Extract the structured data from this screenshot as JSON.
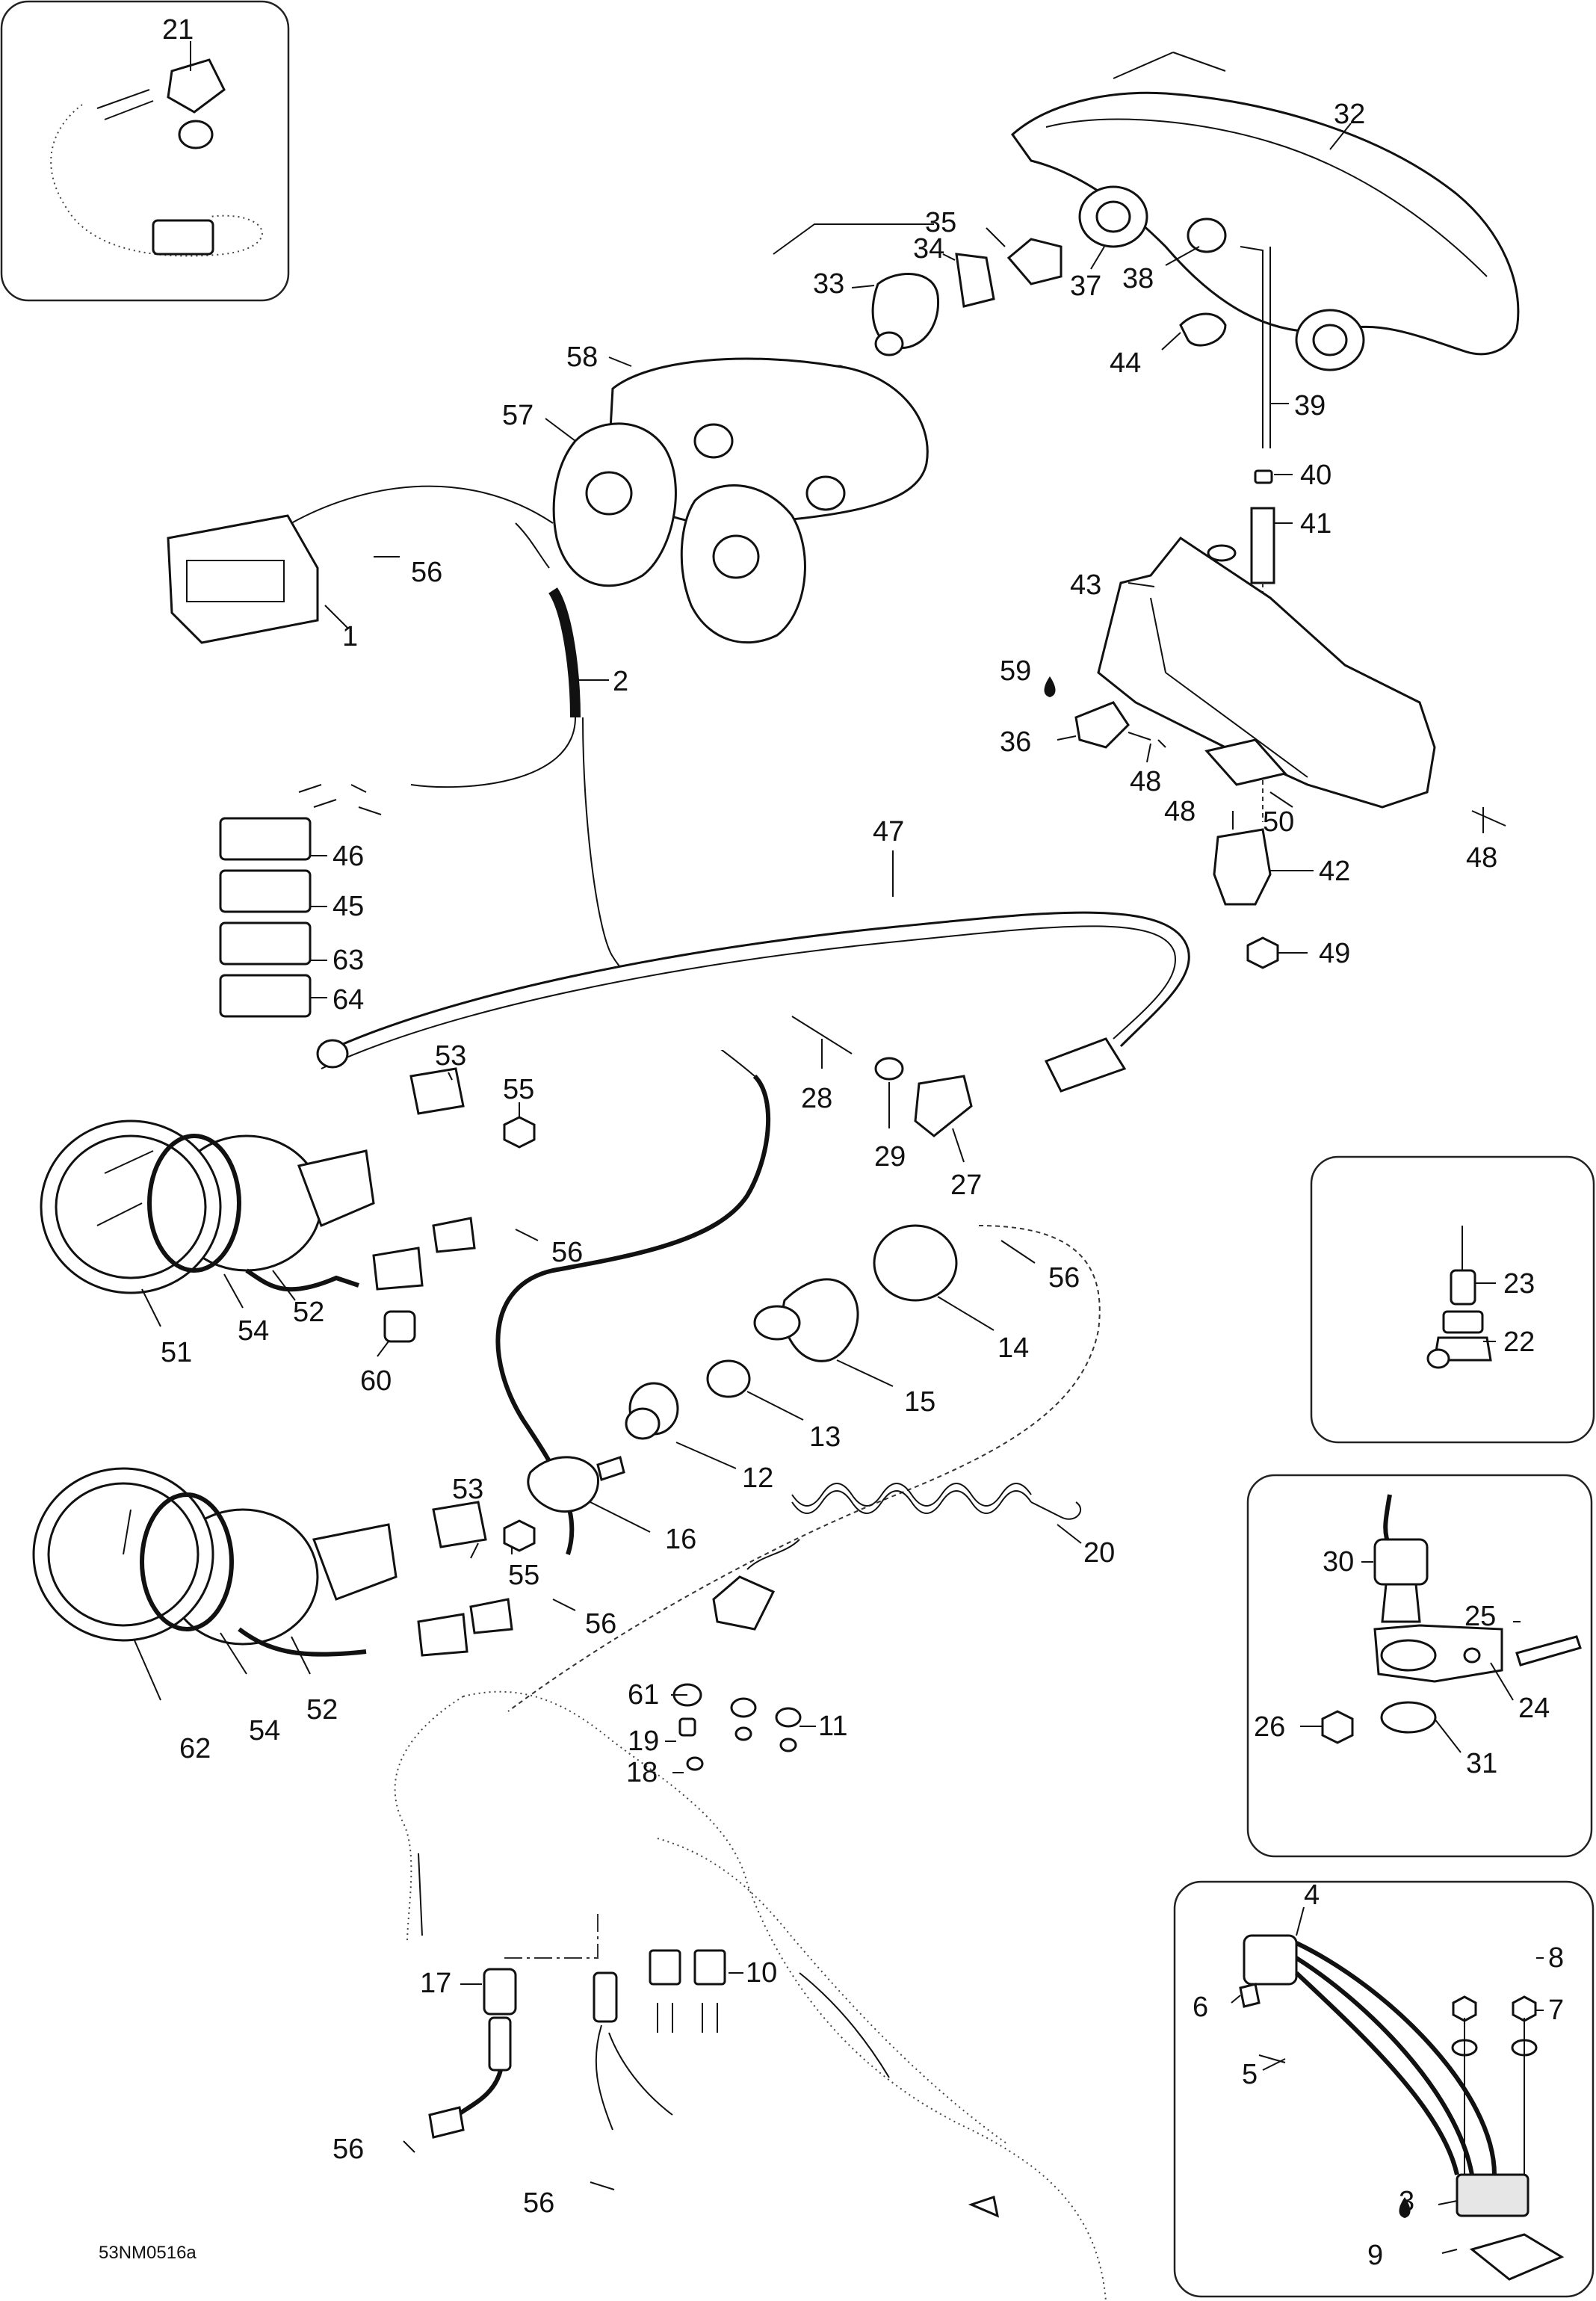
{
  "diagram": {
    "drawing_code": "53NM0516a",
    "callouts": [
      "1",
      "2",
      "3",
      "4",
      "5",
      "6",
      "7",
      "8",
      "9",
      "10",
      "11",
      "12",
      "13",
      "14",
      "15",
      "16",
      "17",
      "18",
      "19",
      "20",
      "21",
      "22",
      "23",
      "24",
      "25",
      "26",
      "27",
      "28",
      "29",
      "30",
      "31",
      "32",
      "33",
      "34",
      "35",
      "36",
      "37",
      "38",
      "39",
      "40",
      "41",
      "42",
      "43",
      "44",
      "45",
      "46",
      "47",
      "48",
      "49",
      "50",
      "51",
      "52",
      "53",
      "54",
      "55",
      "56",
      "57",
      "58",
      "59",
      "60",
      "61",
      "62",
      "63",
      "64"
    ]
  }
}
